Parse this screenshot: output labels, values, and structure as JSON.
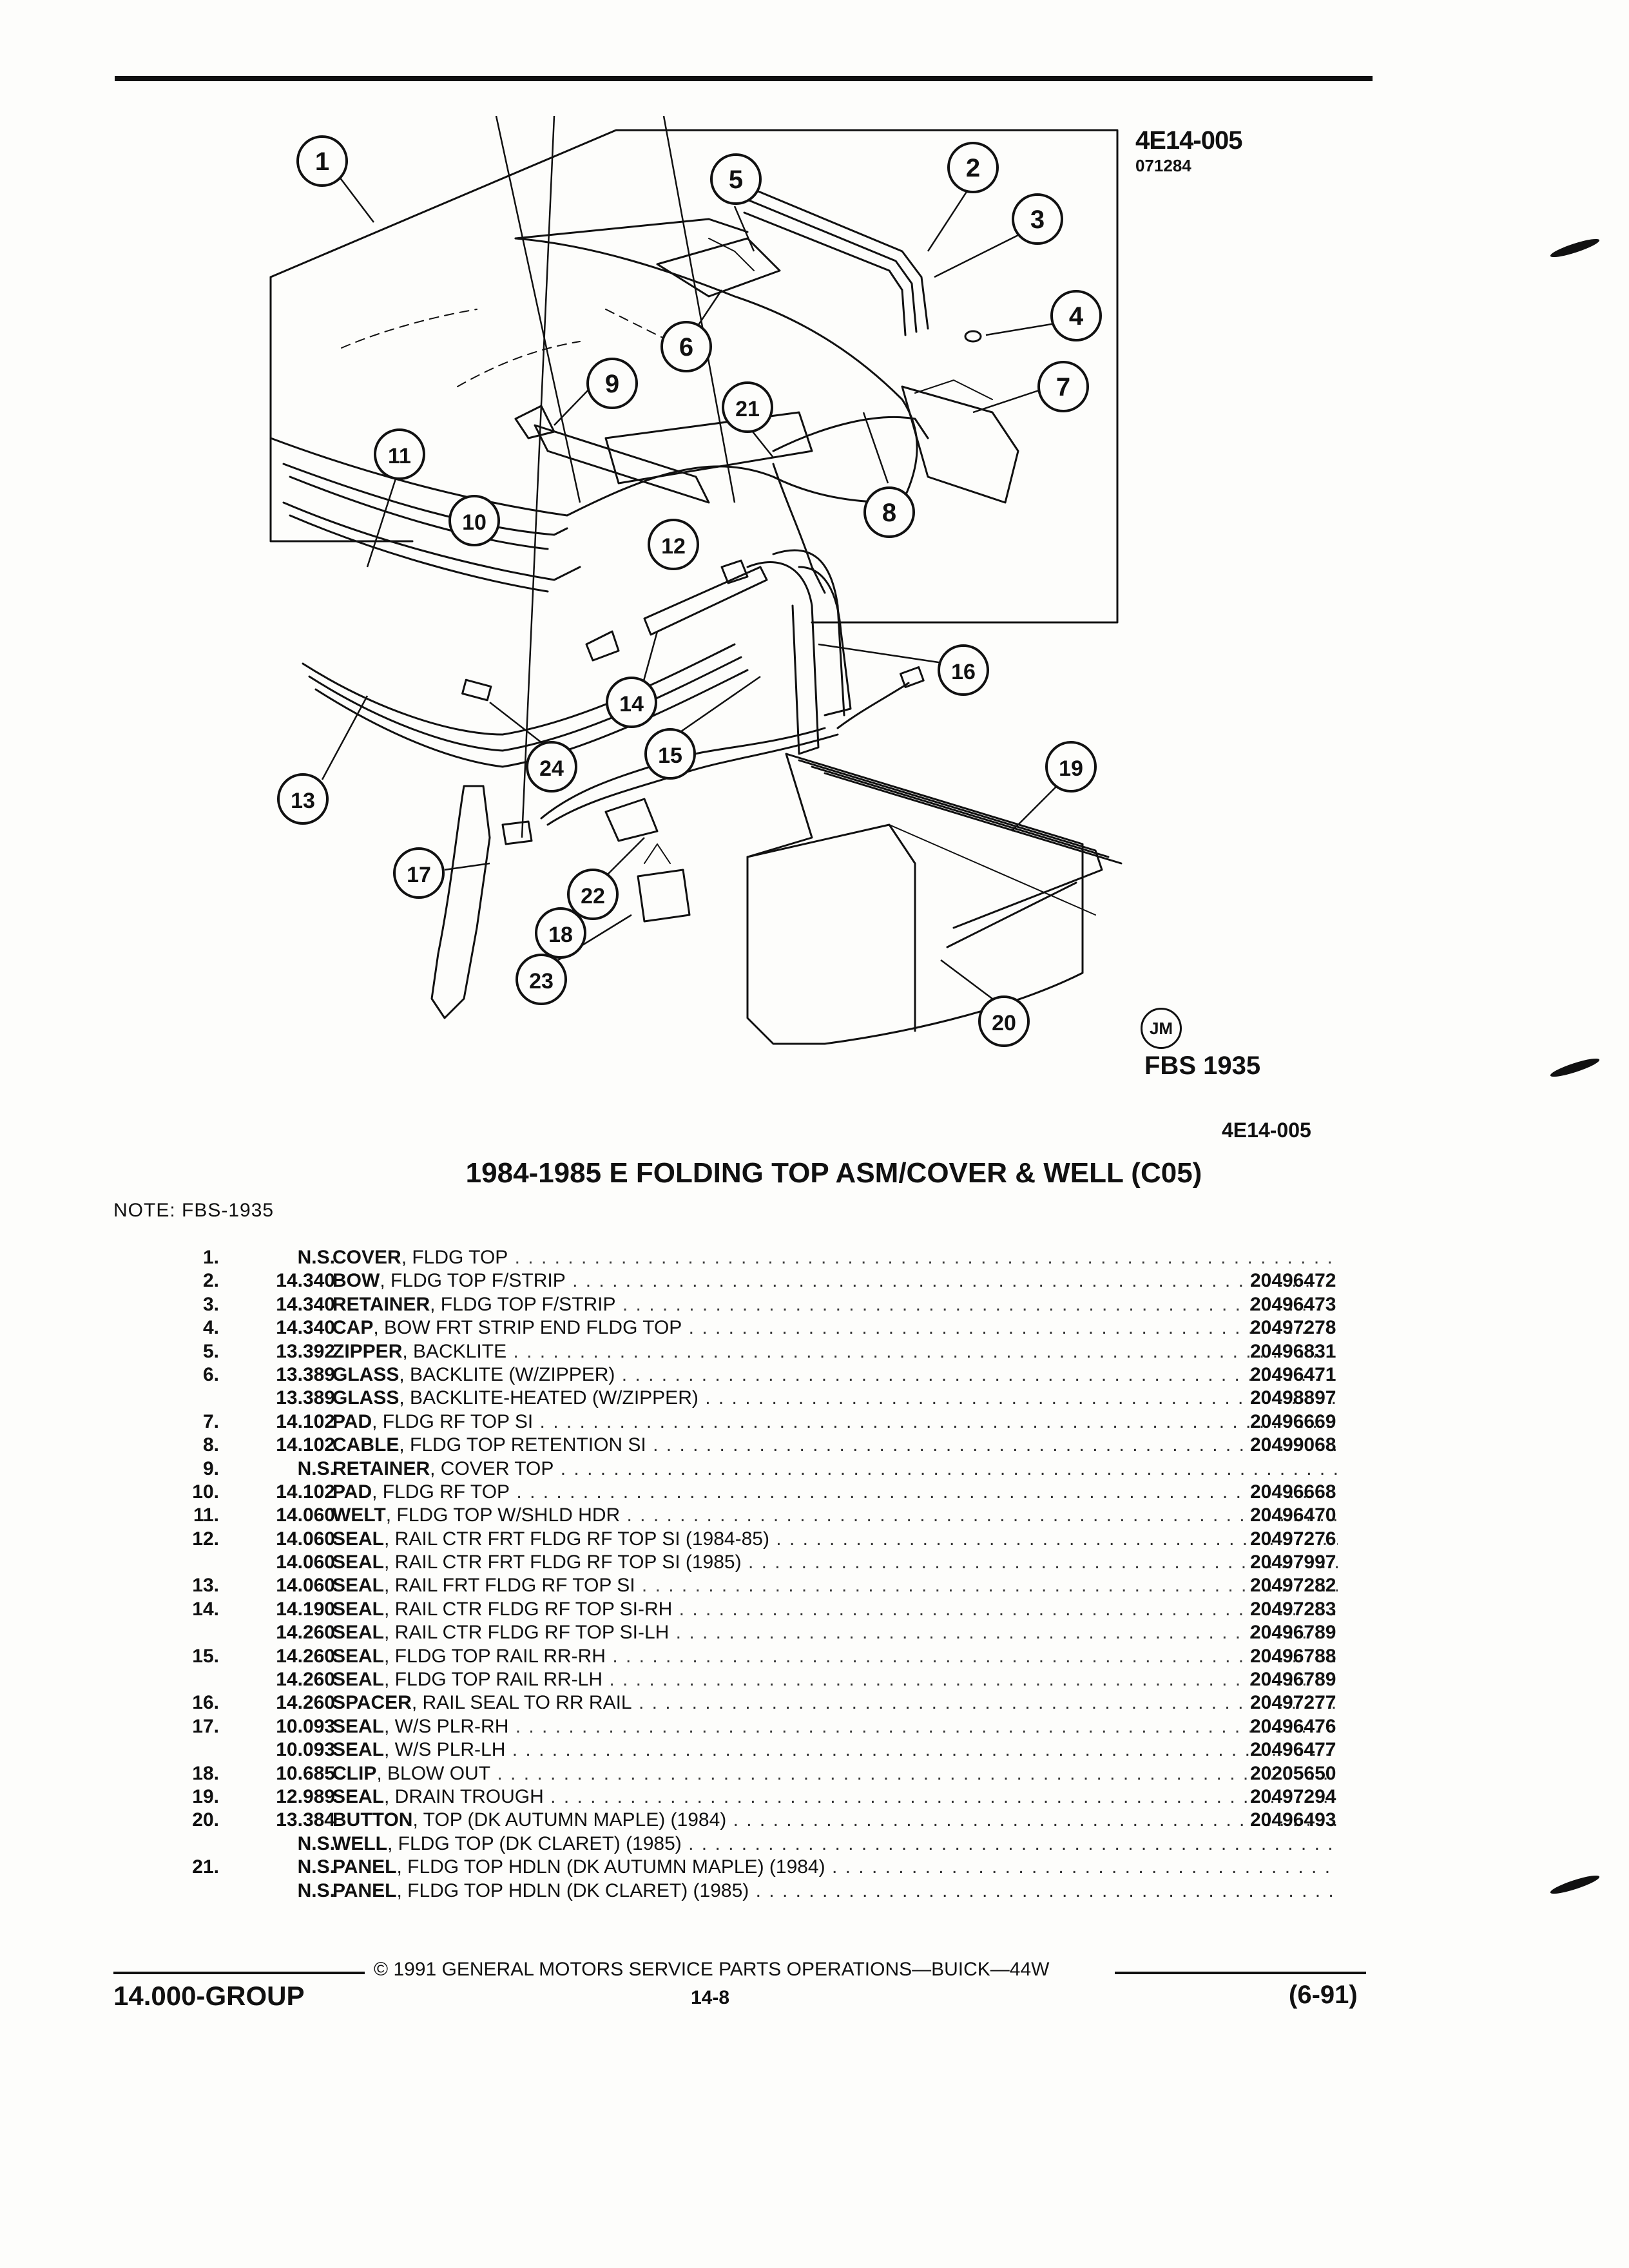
{
  "header": {
    "code": "4E14-005",
    "sub_code": "071284"
  },
  "diagram": {
    "callouts": [
      "1",
      "2",
      "3",
      "4",
      "5",
      "6",
      "7",
      "8",
      "9",
      "10",
      "11",
      "12",
      "13",
      "14",
      "15",
      "16",
      "17",
      "18",
      "19",
      "20",
      "21",
      "22",
      "23",
      "24"
    ],
    "jm_label": "JM",
    "fbs_label": "FBS 1935",
    "ref_code": "4E14-005"
  },
  "title": "1984-1985 E FOLDING TOP ASM/COVER & WELL (C05)",
  "note": "NOTE: FBS-1935",
  "parts": [
    {
      "num": "1.",
      "grp": "N.S.",
      "name": "COVER",
      "desc": ", FLDG TOP",
      "pn": ""
    },
    {
      "num": "2.",
      "grp": "14.340",
      "name": "BOW",
      "desc": ", FLDG TOP F/STRIP",
      "pn": "20496472"
    },
    {
      "num": "3.",
      "grp": "14.340",
      "name": "RETAINER",
      "desc": ", FLDG TOP F/STRIP",
      "pn": "20496473"
    },
    {
      "num": "4.",
      "grp": "14.340",
      "name": "CAP",
      "desc": ", BOW FRT STRIP END FLDG TOP",
      "pn": "20497278"
    },
    {
      "num": "5.",
      "grp": "13.392",
      "name": "ZIPPER",
      "desc": ", BACKLITE",
      "pn": "20496831"
    },
    {
      "num": "6.",
      "grp": "13.389",
      "name": "GLASS",
      "desc": ", BACKLITE (W/ZIPPER)",
      "pn": "20496471"
    },
    {
      "num": "",
      "grp": "13.389",
      "name": "GLASS",
      "desc": ", BACKLITE-HEATED (W/ZIPPER)",
      "pn": "20498897"
    },
    {
      "num": "7.",
      "grp": "14.102",
      "name": "PAD",
      "desc": ", FLDG RF TOP SI",
      "pn": "20496669"
    },
    {
      "num": "8.",
      "grp": "14.102",
      "name": "CABLE",
      "desc": ", FLDG TOP RETENTION SI",
      "pn": "20499068"
    },
    {
      "num": "9.",
      "grp": "N.S.",
      "name": "RETAINER",
      "desc": ", COVER TOP",
      "pn": ""
    },
    {
      "num": "10.",
      "grp": "14.102",
      "name": "PAD",
      "desc": ", FLDG RF TOP",
      "pn": "20496668"
    },
    {
      "num": "11.",
      "grp": "14.060",
      "name": "WELT",
      "desc": ", FLDG TOP W/SHLD HDR",
      "pn": "20496470"
    },
    {
      "num": "12.",
      "grp": "14.060",
      "name": "SEAL",
      "desc": ", RAIL CTR FRT FLDG RF TOP SI (1984-85)",
      "pn": "20497276"
    },
    {
      "num": "",
      "grp": "14.060",
      "name": "SEAL",
      "desc": ", RAIL CTR FRT FLDG RF TOP SI (1985)",
      "pn": "20497997"
    },
    {
      "num": "13.",
      "grp": "14.060",
      "name": "SEAL",
      "desc": ", RAIL FRT FLDG RF TOP SI",
      "pn": "20497282"
    },
    {
      "num": "14.",
      "grp": "14.190",
      "name": "SEAL",
      "desc": ", RAIL CTR FLDG RF TOP SI-RH",
      "pn": "20497283"
    },
    {
      "num": "",
      "grp": "14.260",
      "name": "SEAL",
      "desc": ", RAIL CTR FLDG RF TOP SI-LH",
      "pn": "20496789"
    },
    {
      "num": "15.",
      "grp": "14.260",
      "name": "SEAL",
      "desc": ", FLDG TOP RAIL RR-RH",
      "pn": "20496788"
    },
    {
      "num": "",
      "grp": "14.260",
      "name": "SEAL",
      "desc": ", FLDG TOP RAIL RR-LH",
      "pn": "20496789"
    },
    {
      "num": "16.",
      "grp": "14.260",
      "name": "SPACER",
      "desc": ", RAIL SEAL TO RR RAIL",
      "pn": "20497277"
    },
    {
      "num": "17.",
      "grp": "10.093",
      "name": "SEAL",
      "desc": ", W/S PLR-RH",
      "pn": "20496476"
    },
    {
      "num": "",
      "grp": "10.093",
      "name": "SEAL",
      "desc": ", W/S PLR-LH",
      "pn": "20496477"
    },
    {
      "num": "18.",
      "grp": "10.685",
      "name": "CLIP",
      "desc": ", BLOW OUT",
      "pn": "20205650"
    },
    {
      "num": "19.",
      "grp": "12.989",
      "name": "SEAL",
      "desc": ", DRAIN TROUGH",
      "pn": "20497294"
    },
    {
      "num": "20.",
      "grp": "13.384",
      "name": "BUTTON",
      "desc": ", TOP (DK AUTUMN MAPLE) (1984)",
      "pn": "20496493"
    },
    {
      "num": "",
      "grp": "N.S.",
      "name": "WELL",
      "desc": ", FLDG TOP (DK CLARET) (1985)",
      "pn": ""
    },
    {
      "num": "21.",
      "grp": "N.S.",
      "name": "PANEL",
      "desc": ", FLDG TOP HDLN (DK AUTUMN MAPLE) (1984)",
      "pn": ""
    },
    {
      "num": "",
      "grp": "N.S.",
      "name": "PANEL",
      "desc": ", FLDG TOP HDLN (DK CLARET) (1985)",
      "pn": ""
    }
  ],
  "footer": {
    "copyright": "© 1991 GENERAL MOTORS SERVICE PARTS OPERATIONS—BUICK—44W",
    "group": "14.000-GROUP",
    "page": "14-8",
    "date": "(6-91)"
  }
}
